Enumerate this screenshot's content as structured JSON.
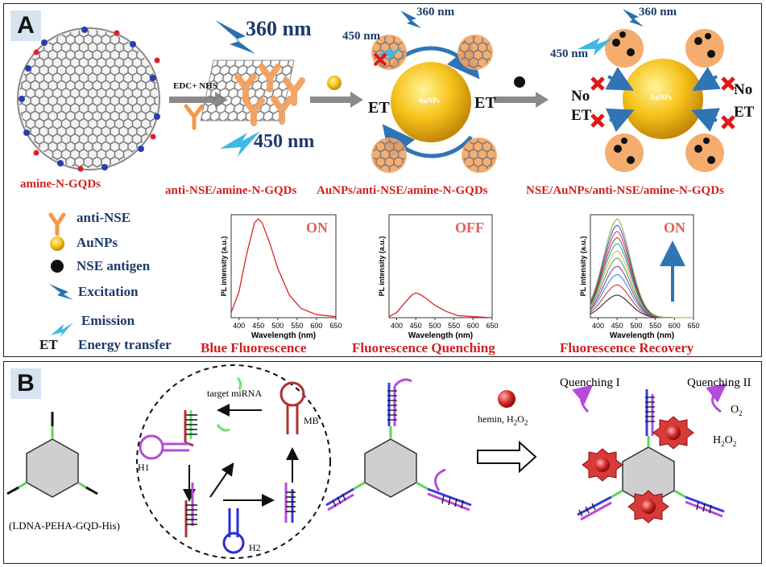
{
  "panelA": {
    "label": "A",
    "stages": [
      "amine-N-GQDs",
      "anti-NSE/amine-N-GQDs",
      "AuNPs/anti-NSE/amine-N-GQDs",
      "NSE/AuNPs/anti-NSE/amine-N-GQDs"
    ],
    "reagent": "EDC+ NHS",
    "excitation_big": "360 nm",
    "emission_big": "450 nm",
    "excitation_small": "360 nm",
    "emission_small": "450 nm",
    "excitation_small2": "360 nm",
    "emission_small2": "450 nm",
    "au_label": "AuNPs",
    "au_label2": "AuNPs",
    "et_left": "ET",
    "et_right": "ET",
    "no_left1": "No",
    "no_left2": "ET",
    "no_right1": "No",
    "no_right2": "ET",
    "legend": {
      "anti_nse": "anti-NSE",
      "aunps": "AuNPs",
      "nse": "NSE antigen",
      "excitation": "Excitation",
      "emission": "Emission",
      "et_abbr": "ET",
      "et_full": "Energy transfer"
    },
    "plots": [
      {
        "state": "ON",
        "caption": "Blue Fluorescence",
        "ylabel": "PL intensity (a.u.)",
        "xlabel": "Wavelength (nm)",
        "xticks": [
          "400",
          "450",
          "500",
          "550",
          "600",
          "650"
        ]
      },
      {
        "state": "OFF",
        "caption": "Fluorescence Quenching",
        "ylabel": "PL intensity (a.u.)",
        "xlabel": "Wavelength (nm)",
        "xticks": [
          "400",
          "450",
          "500",
          "550",
          "600",
          "650"
        ]
      },
      {
        "state": "ON",
        "caption": "Fluorescence Recovery",
        "ylabel": "PL intensity (a.u.)",
        "xlabel": "Wavelength (nm)",
        "xticks": [
          "400",
          "450",
          "500",
          "550",
          "600",
          "650"
        ]
      }
    ],
    "curve_colors": [
      "#111111",
      "#c62828",
      "#1e88e5",
      "#8e24aa",
      "#43a047",
      "#f9a825",
      "#00acc1",
      "#6d4c41",
      "#e91e63",
      "#3949ab",
      "#7cb342"
    ]
  },
  "chart_data": [
    {
      "type": "line",
      "xlabel": "Wavelength (nm)",
      "ylabel": "PL intensity (a.u.)",
      "xlim": [
        380,
        650
      ],
      "series": [
        {
          "x": [
            380,
            400,
            420,
            440,
            450,
            460,
            480,
            500,
            530,
            560,
            600,
            650
          ],
          "values": [
            0.05,
            0.25,
            0.62,
            0.92,
            0.96,
            0.92,
            0.72,
            0.48,
            0.22,
            0.09,
            0.03,
            0.01
          ]
        }
      ]
    },
    {
      "type": "line",
      "xlabel": "Wavelength (nm)",
      "ylabel": "PL intensity (a.u.)",
      "xlim": [
        380,
        650
      ],
      "series": [
        {
          "x": [
            380,
            400,
            420,
            440,
            450,
            460,
            480,
            500,
            530,
            560,
            600,
            650
          ],
          "values": [
            0.01,
            0.05,
            0.14,
            0.22,
            0.24,
            0.23,
            0.18,
            0.12,
            0.06,
            0.02,
            0.01,
            0.0
          ]
        }
      ]
    },
    {
      "type": "line",
      "xlabel": "Wavelength (nm)",
      "ylabel": "PL intensity (a.u.)",
      "xlim": [
        380,
        650
      ],
      "series_peaks": [
        0.22,
        0.32,
        0.42,
        0.5,
        0.58,
        0.65,
        0.72,
        0.78,
        0.84,
        0.9,
        0.96
      ]
    }
  ],
  "panelB": {
    "label": "B",
    "target": "target miRNA",
    "mb": "MB",
    "h1": "H1",
    "h2": "H2",
    "scaffold": "(LDNA-PEHA-GQD-His)",
    "reagents": "hemin, H",
    "sub2": "2",
    "o_part": "O",
    "q1": "Quenching I",
    "q2": "Quenching II",
    "o2": "O",
    "o2_sub": "2",
    "h2o2_a": "H",
    "h2o2_sub1": "2",
    "h2o2_b": "O",
    "h2o2_sub2": "2"
  }
}
